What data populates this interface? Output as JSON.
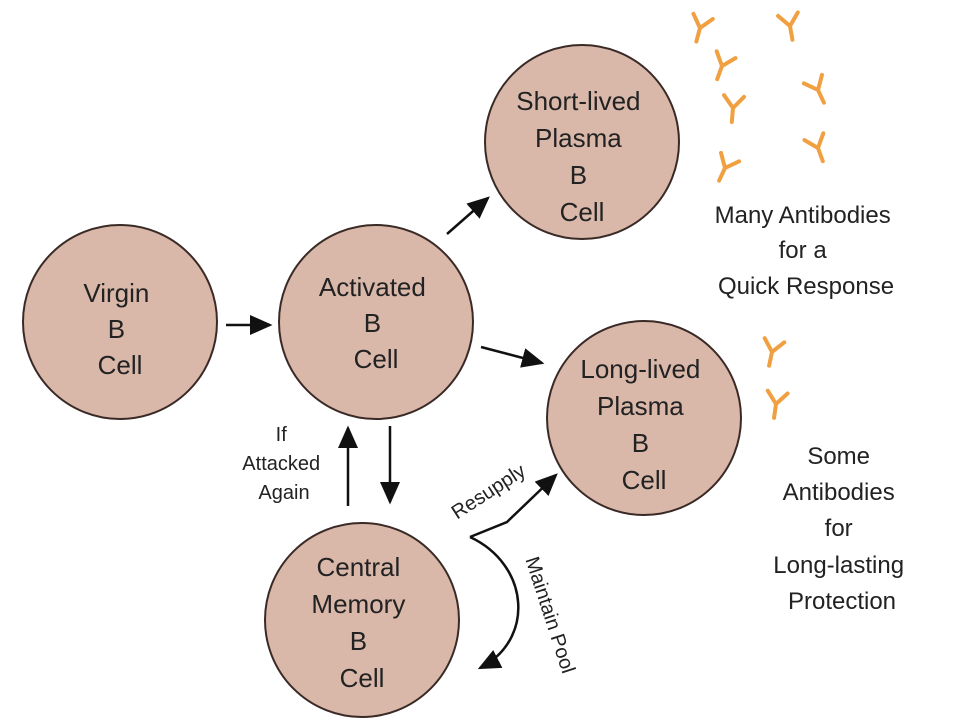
{
  "colors": {
    "cell_fill": "#d9b8aa",
    "cell_stroke": "#3a2a26",
    "arrow": "#111111",
    "antibody": "#f0a040"
  },
  "cells": {
    "virgin": [
      "Virgin",
      "B",
      "Cell"
    ],
    "activated": [
      "Activated",
      "B",
      "Cell"
    ],
    "short_lived": [
      "Short-lived",
      "Plasma",
      "B",
      "Cell"
    ],
    "long_lived": [
      "Long-lived",
      "Plasma",
      "B",
      "Cell"
    ],
    "central_memory": [
      "Central",
      "Memory",
      "B",
      "Cell"
    ]
  },
  "notes": {
    "many_antibodies": [
      "Many Antibodies",
      "for a",
      "Quick Response"
    ],
    "some_antibodies": [
      "Some",
      "Antibodies",
      "for",
      "Long-lasting",
      "Protection"
    ]
  },
  "arrow_labels": {
    "if_attacked_again": [
      "If",
      "Attacked",
      "Again"
    ],
    "resupply": "Resupply",
    "maintain_pool": "Maintain Pool"
  },
  "antibody_icon": "y-shaped-antibody-icon"
}
